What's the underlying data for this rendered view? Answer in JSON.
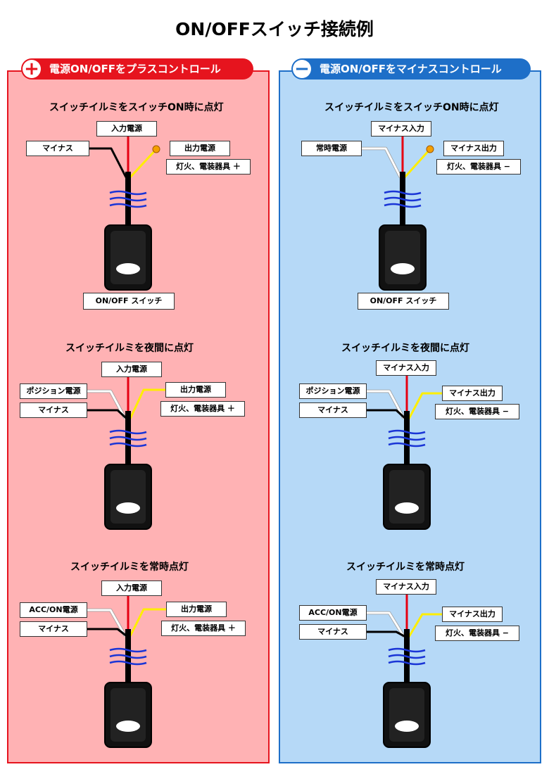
{
  "title": "ON/OFFスイッチ接続例",
  "panels": {
    "plus": {
      "header": "電源ON/OFFをプラスコントロール",
      "icon": "+",
      "sections": [
        {
          "title": "スイッチイルミをスイッチON時に点灯",
          "top": "入力電源",
          "left": "マイナス",
          "out": "出力電源",
          "load": "灯火、電装器具 ＋",
          "switch": "ON/OFF スイッチ"
        },
        {
          "title": "スイッチイルミを夜間に点灯",
          "top": "入力電源",
          "leftWhite": "ポジション電源",
          "leftBlack": "マイナス",
          "out": "出力電源",
          "load": "灯火、電装器具 ＋"
        },
        {
          "title": "スイッチイルミを常時点灯",
          "top": "入力電源",
          "leftWhite": "ACC/ON電源",
          "leftBlack": "マイナス",
          "out": "出力電源",
          "load": "灯火、電装器具 ＋"
        }
      ]
    },
    "minus": {
      "header": "電源ON/OFFをマイナスコントロール",
      "icon": "−",
      "sections": [
        {
          "title": "スイッチイルミをスイッチON時に点灯",
          "top": "マイナス入力",
          "left": "常時電源",
          "out": "マイナス出力",
          "load": "灯火、電装器具 −",
          "switch": "ON/OFF スイッチ"
        },
        {
          "title": "スイッチイルミを夜間に点灯",
          "top": "マイナス入力",
          "leftWhite": "ポジション電源",
          "leftBlack": "マイナス",
          "out": "マイナス出力",
          "load": "灯火、電装器具 −"
        },
        {
          "title": "スイッチイルミを常時点灯",
          "top": "マイナス入力",
          "leftWhite": "ACC/ON電源",
          "leftBlack": "マイナス",
          "out": "マイナス出力",
          "load": "灯火、電装器具 −"
        }
      ]
    }
  },
  "colors": {
    "plus_accent": "#e6141e",
    "plus_bg": "#ffb2b4",
    "minus_accent": "#1e6fc8",
    "minus_bg": "#b6d9f7",
    "wire_red": "#e60012",
    "wire_yellow": "#ffee00",
    "wire_white": "#ffffff",
    "wire_black": "#000000",
    "bulb_orange": "#f5a000",
    "heat_blue": "#1a35d6"
  }
}
